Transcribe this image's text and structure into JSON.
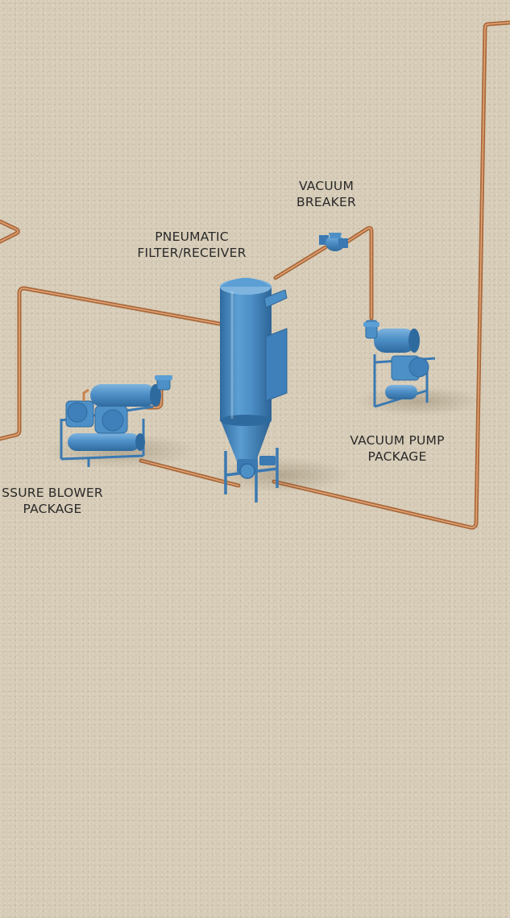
{
  "colors": {
    "background": "#d6cbb6",
    "pipe": "#c9844f",
    "pipe_highlight": "#e9b48a",
    "equipment": "#4d8fc7",
    "equipment_dark": "#2f6a9e",
    "equipment_light": "#7fb4de",
    "label_text": "#2a2a2a"
  },
  "labels": {
    "vacuum_breaker": {
      "line1": "VACUUM",
      "line2": "BREAKER"
    },
    "filter_receiver": {
      "line1": "PNEUMATIC",
      "line2": "FILTER/RECEIVER"
    },
    "vacuum_pump": {
      "line1": "VACUUM PUMP",
      "line2": "PACKAGE"
    },
    "pressure_blower": {
      "line1": "SSURE BLOWER",
      "line2": "PACKAGE"
    }
  }
}
